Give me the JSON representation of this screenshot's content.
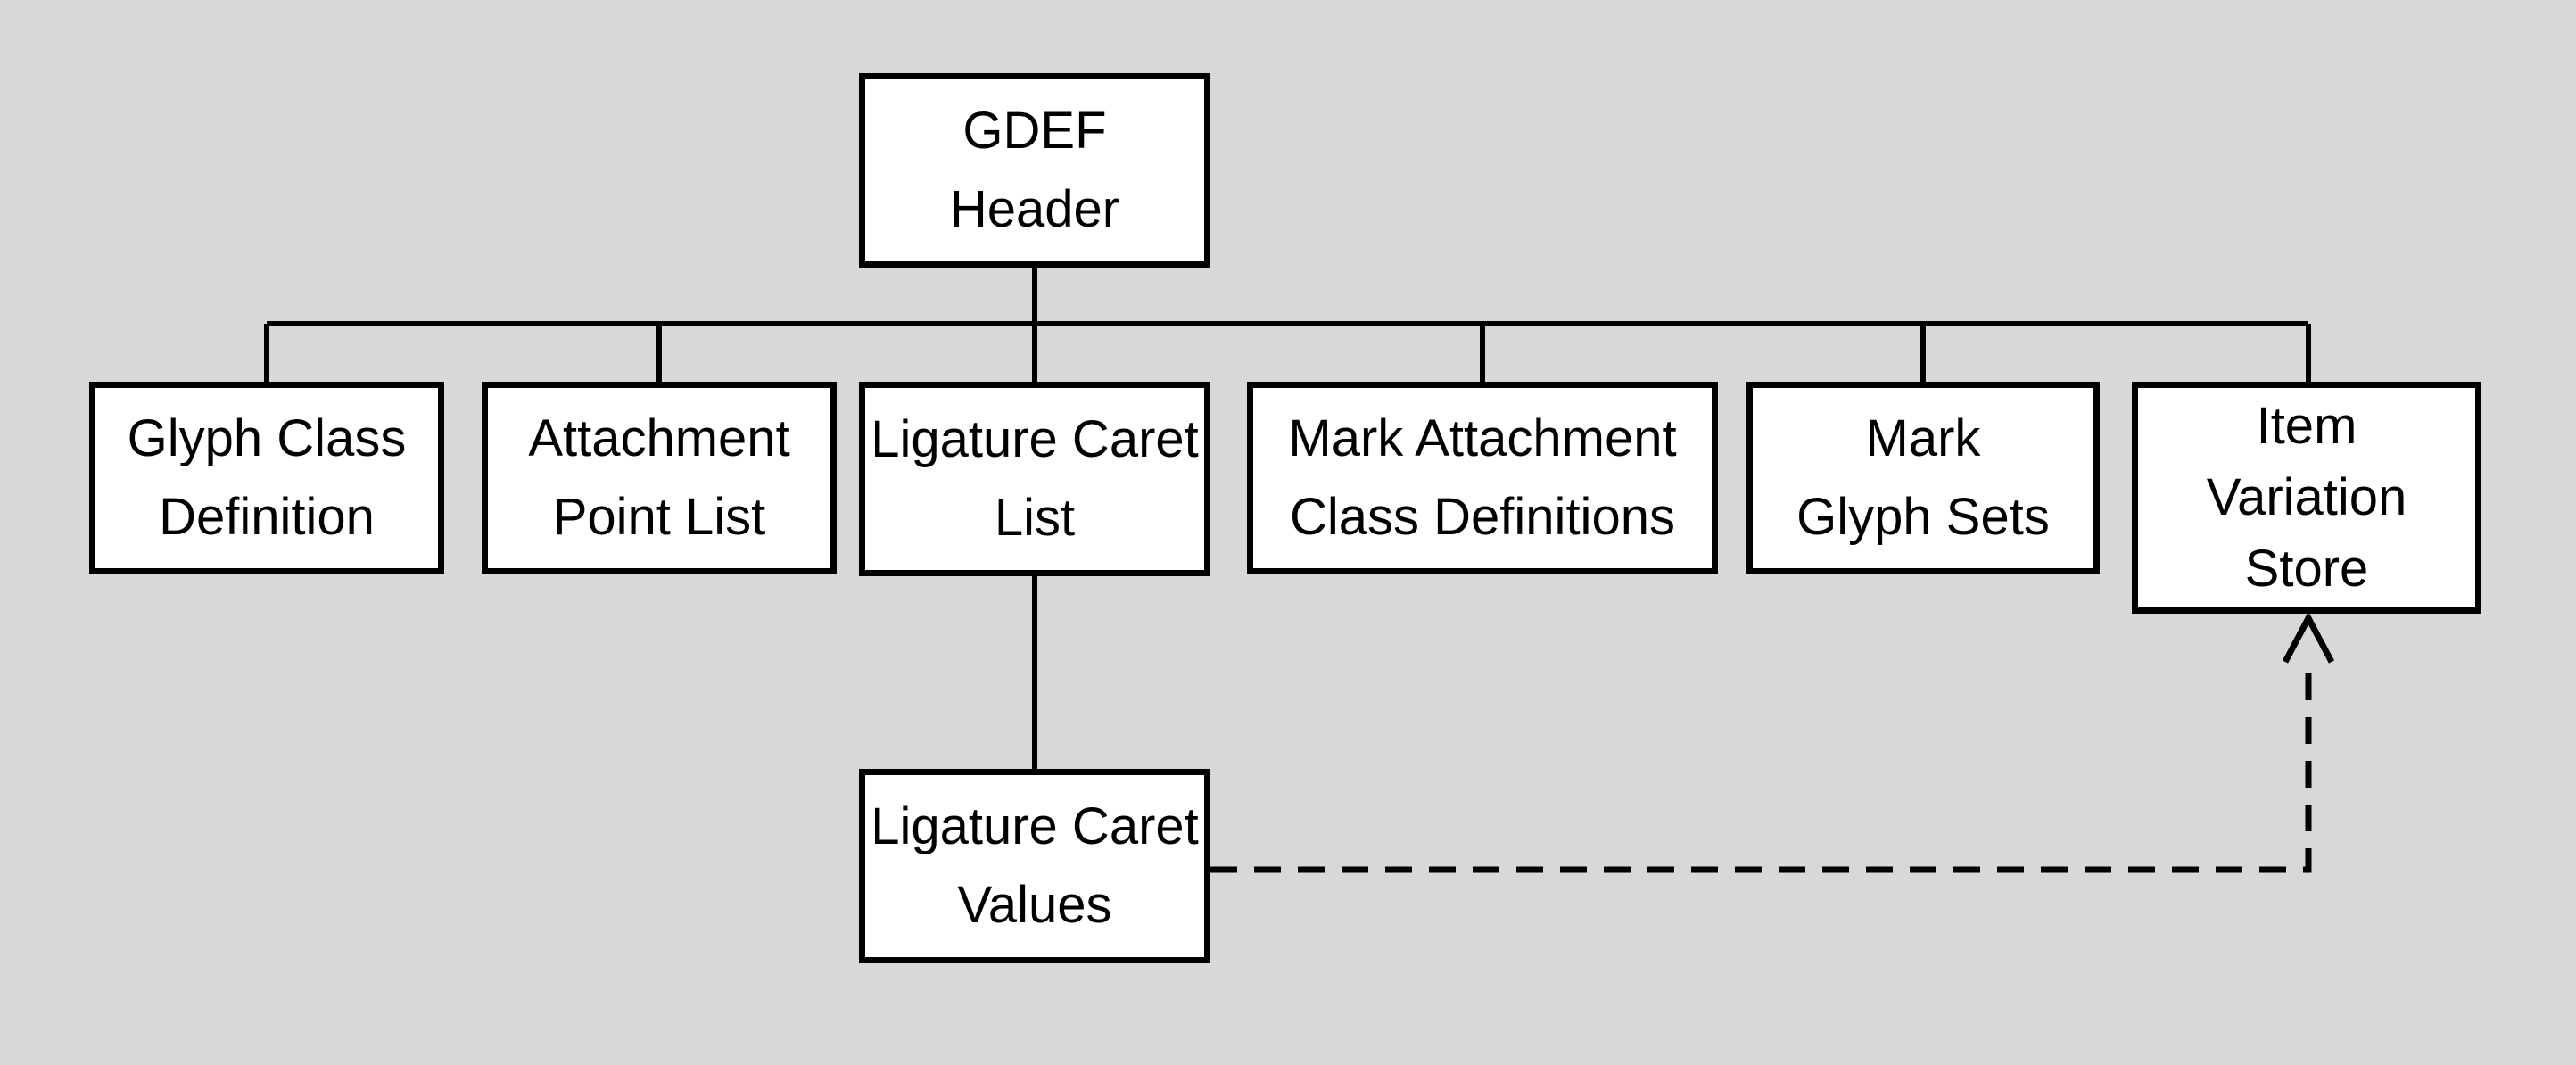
{
  "colors": {
    "background": "#d8d8d8",
    "node_fill": "#ffffff",
    "line": "#000000",
    "text": "#000000"
  },
  "nodes": {
    "gdef_header": {
      "label": "GDEF\nHeader"
    },
    "glyph_class_definition": {
      "label": "Glyph Class\nDefinition"
    },
    "attachment_point_list": {
      "label": "Attachment\nPoint List"
    },
    "ligature_caret_list": {
      "label": "Ligature Caret\nList"
    },
    "mark_attachment_class_definitions": {
      "label": "Mark Attachment\nClass Definitions"
    },
    "mark_glyph_sets": {
      "label": "Mark\nGlyph Sets"
    },
    "item_variation_store": {
      "label": "Item\nVariation\nStore"
    },
    "ligature_caret_values": {
      "label": "Ligature Caret\nValues"
    }
  },
  "edges": [
    {
      "from": "GDEF Header",
      "to": "Glyph Class Definition",
      "style": "solid"
    },
    {
      "from": "GDEF Header",
      "to": "Attachment Point List",
      "style": "solid"
    },
    {
      "from": "GDEF Header",
      "to": "Ligature Caret List",
      "style": "solid"
    },
    {
      "from": "GDEF Header",
      "to": "Mark Attachment Class Definitions",
      "style": "solid"
    },
    {
      "from": "GDEF Header",
      "to": "Mark Glyph Sets",
      "style": "solid"
    },
    {
      "from": "GDEF Header",
      "to": "Item Variation Store",
      "style": "solid"
    },
    {
      "from": "Ligature Caret List",
      "to": "Ligature Caret Values",
      "style": "solid"
    },
    {
      "from": "Ligature Caret Values",
      "to": "Item Variation Store",
      "style": "dashed-open-arrow"
    }
  ]
}
